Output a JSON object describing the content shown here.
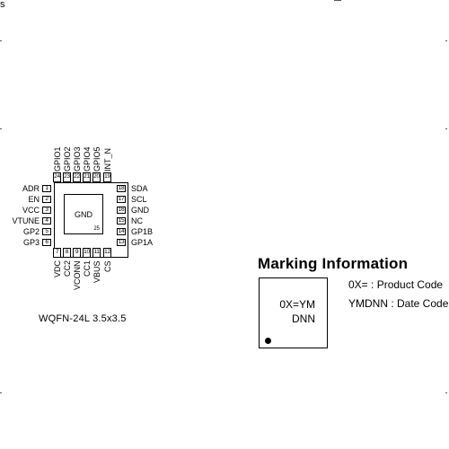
{
  "edge_marks": {
    "top_left": "s"
  },
  "package": {
    "top_pins": [
      {
        "num": "24",
        "name": "GPIO1"
      },
      {
        "num": "23",
        "name": "GPIO2"
      },
      {
        "num": "22",
        "name": "GPIO3"
      },
      {
        "num": "21",
        "name": "GPIO4"
      },
      {
        "num": "20",
        "name": "GPIO5"
      },
      {
        "num": "19",
        "name": "INT_N"
      }
    ],
    "left_pins": [
      {
        "num": "1",
        "name": "ADR"
      },
      {
        "num": "2",
        "name": "EN"
      },
      {
        "num": "3",
        "name": "VCC"
      },
      {
        "num": "4",
        "name": "VTUNE"
      },
      {
        "num": "5",
        "name": "GP2"
      },
      {
        "num": "6",
        "name": "GP3"
      }
    ],
    "right_pins": [
      {
        "num": "18",
        "name": "SDA"
      },
      {
        "num": "17",
        "name": "SCL"
      },
      {
        "num": "16",
        "name": "GND"
      },
      {
        "num": "15",
        "name": "NC"
      },
      {
        "num": "14",
        "name": "GP1B"
      },
      {
        "num": "13",
        "name": "GP1A"
      }
    ],
    "bottom_pins": [
      {
        "num": "7",
        "name": "VDC"
      },
      {
        "num": "8",
        "name": "CC2"
      },
      {
        "num": "9",
        "name": "VCONN"
      },
      {
        "num": "10",
        "name": "CC1"
      },
      {
        "num": "11",
        "name": "VBUS"
      },
      {
        "num": "12",
        "name": "CS"
      }
    ],
    "exposed_pad": {
      "label": "GND",
      "num": "25"
    },
    "caption": "WQFN-24L 3.5x3.5"
  },
  "marking": {
    "title": "Marking Information",
    "line1": "0X=YM",
    "line2": "DNN",
    "legend": [
      {
        "text": "0X= : Product Code"
      },
      {
        "text": "YMDNN : Date Code"
      }
    ]
  }
}
